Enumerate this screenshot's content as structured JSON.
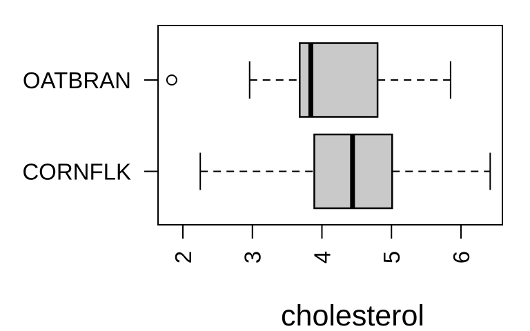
{
  "chart_data": {
    "type": "boxplot",
    "orientation": "horizontal",
    "title": "",
    "xlabel": "cholesterol",
    "ylabel": "",
    "categories": [
      "OATBRAN",
      "CORNFLK"
    ],
    "series": [
      {
        "name": "OATBRAN",
        "whisker_low": 2.96,
        "q1": 3.68,
        "median": 3.84,
        "q3": 4.8,
        "whisker_high": 5.85,
        "outliers": [
          1.84
        ]
      },
      {
        "name": "CORNFLK",
        "whisker_low": 2.25,
        "q1": 3.89,
        "median": 4.44,
        "q3": 5.01,
        "whisker_high": 6.42,
        "outliers": []
      }
    ],
    "x_ticks": [
      2,
      3,
      4,
      5,
      6
    ],
    "xlim": [
      1.64,
      6.6
    ],
    "grid": false,
    "legend": false,
    "colors": {
      "box_fill": "#c9c9c9",
      "line": "#000000",
      "background": "#ffffff"
    }
  }
}
